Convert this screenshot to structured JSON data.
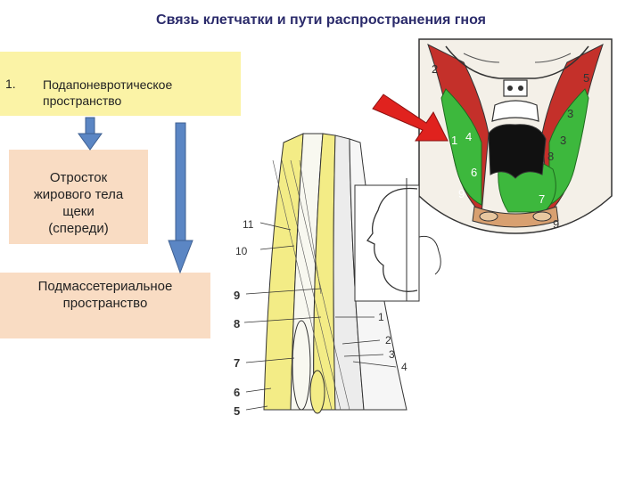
{
  "title": "Связь клетчатки и пути распространения  гноя",
  "box1": {
    "number": "1.",
    "text_line1": "Подапоневротическое",
    "text_line2": "пространство"
  },
  "box2": {
    "line1": "Отросток",
    "line2": "жирового тела",
    "line3": "щеки",
    "line4": "(спереди)"
  },
  "box3": {
    "line1": "Подмассетериальное",
    "line2": "пространство"
  },
  "colors": {
    "box1_bg": "#fbf3a6",
    "box2_bg": "#f9dcc3",
    "arrow_blue": "#5b86c4",
    "pointer_red": "#e0221e",
    "tissue_green": "#3db83d",
    "muscle_red": "#c4302a",
    "fat_yellow": "#f3ec86"
  },
  "sagittal_section": {
    "labels_left": [
      "11",
      "10",
      "9",
      "8",
      "7",
      "6",
      "5"
    ],
    "labels_right": [
      "1",
      "2",
      "3",
      "4"
    ]
  },
  "cross_section": {
    "labels": [
      "1",
      "2",
      "3",
      "4",
      "5",
      "6",
      "7",
      "8",
      "9",
      "9",
      "3"
    ]
  }
}
